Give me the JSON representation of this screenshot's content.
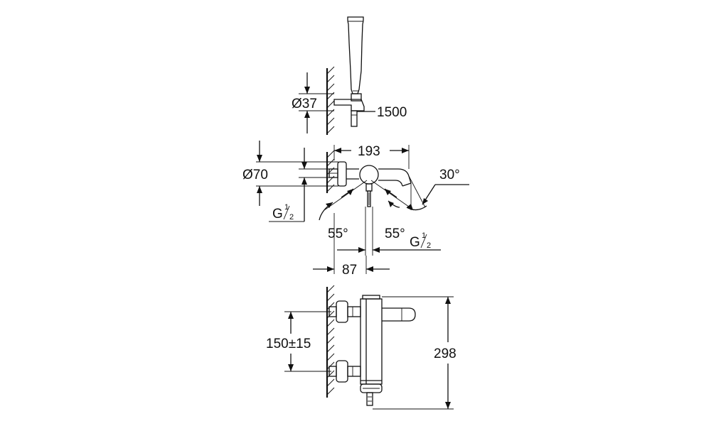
{
  "labels": {
    "hand_shower_diameter": "Ø37",
    "hose_length": "1500",
    "spout_projection": "193",
    "rosette_diameter": "Ø70",
    "spout_angle": "30°",
    "inlet_thread_left": "G",
    "inlet_thread_right": "G",
    "thread_fraction_num": "1",
    "thread_fraction_den": "2",
    "handle_angle_left": "55°",
    "handle_angle_right": "55°",
    "wall_distance": "87",
    "inlet_spacing": "150±15",
    "total_height": "298"
  },
  "colors": {
    "line": "#111111",
    "background": "#ffffff"
  }
}
